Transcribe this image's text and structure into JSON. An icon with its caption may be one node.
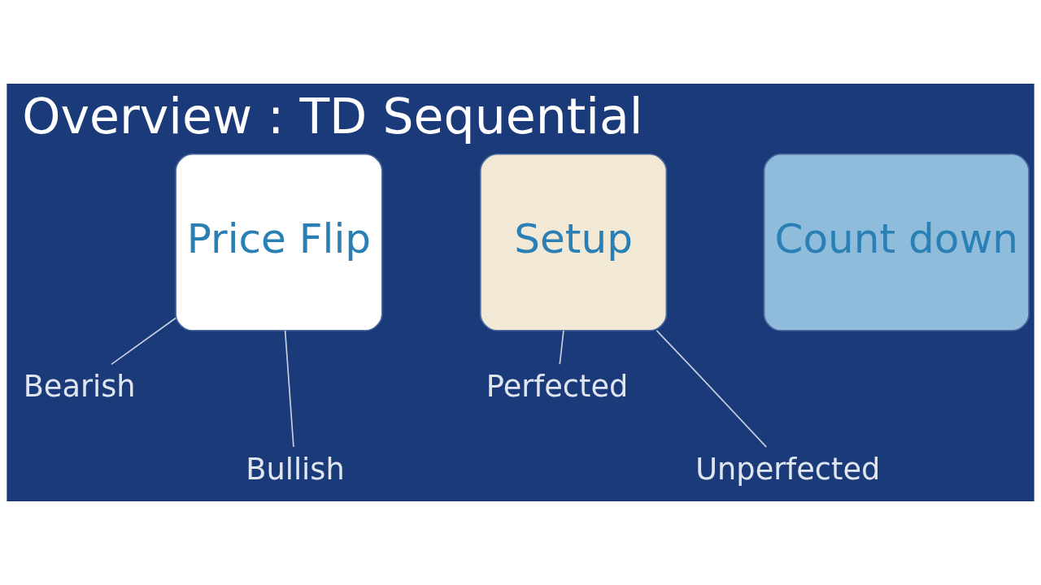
{
  "diagram": {
    "title": "Overview : TD Sequential",
    "nodes": [
      {
        "text": [
          "Price Flip"
        ]
      },
      {
        "text": [
          "Setup"
        ]
      },
      {
        "text": [
          "Count down"
        ]
      },
      {
        "text": [
          "Bearish"
        ]
      },
      {
        "text": [
          "Bullish"
        ]
      },
      {
        "text": [
          "Perfected"
        ]
      },
      {
        "text": [
          "Unperfected"
        ]
      }
    ],
    "edges": [
      {
        "from": 0,
        "to": 3,
        "arrow": "none"
      },
      {
        "from": 0,
        "to": 4,
        "arrow": "none"
      },
      {
        "from": 1,
        "to": 5,
        "arrow": "none"
      },
      {
        "from": 1,
        "to": 6,
        "arrow": "none"
      }
    ]
  }
}
